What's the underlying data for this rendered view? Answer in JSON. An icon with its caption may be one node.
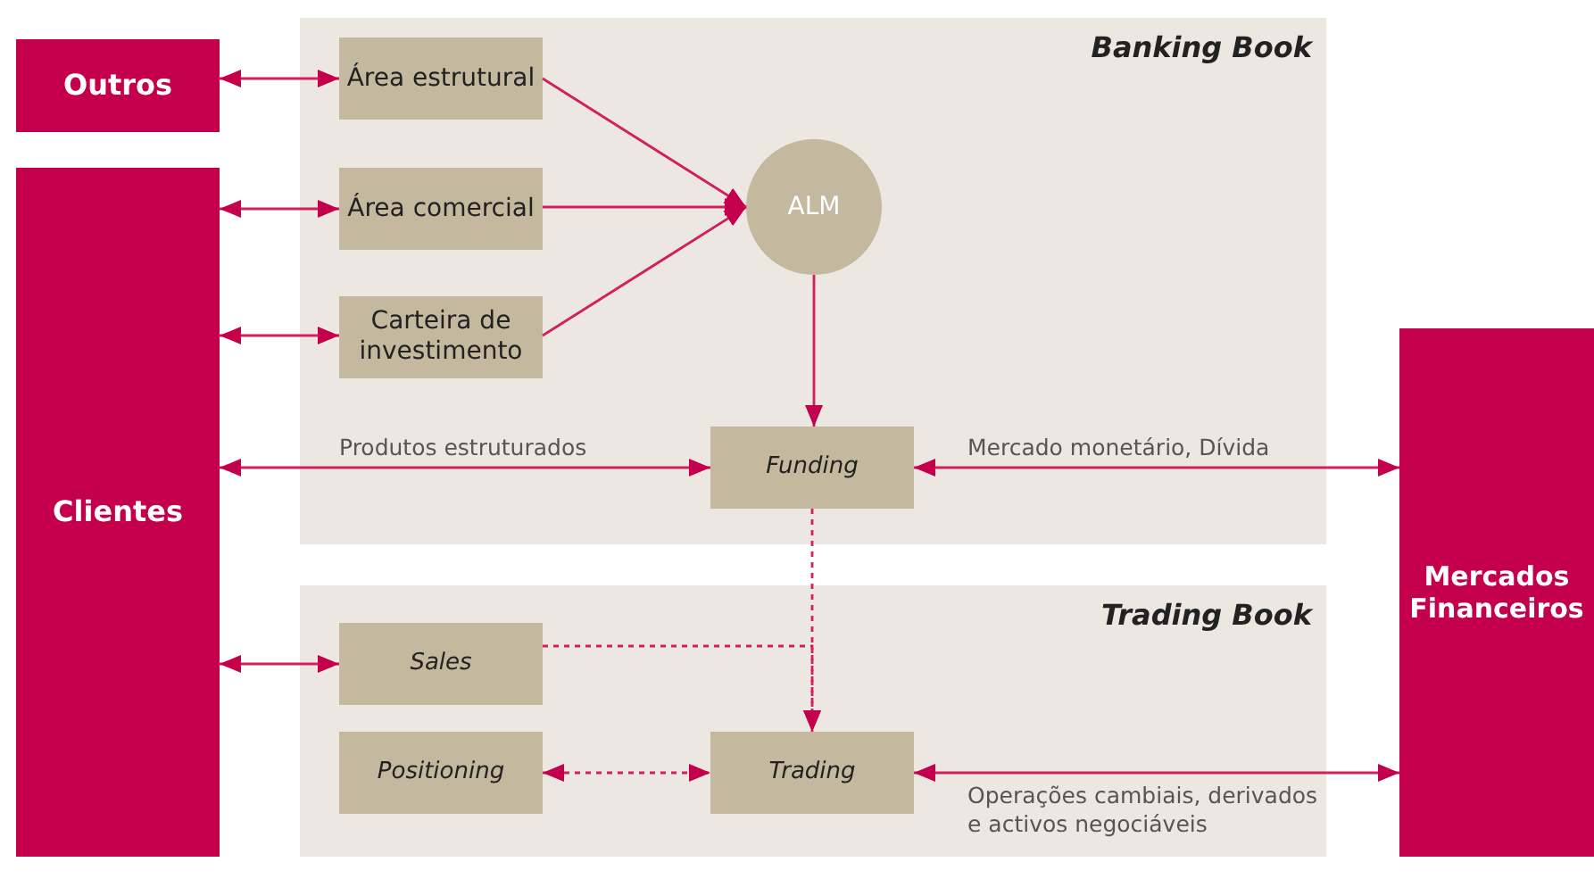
{
  "diagram": {
    "nodes": [
      {
        "text": [
          "Outros"
        ]
      },
      {
        "text": [
          "Clientes"
        ]
      },
      {
        "text": [
          "Banking Book"
        ]
      },
      {
        "text": [
          "Área estrutural"
        ],
        "in": 2
      },
      {
        "text": [
          "Área comercial"
        ],
        "in": 2
      },
      {
        "text": [
          "Carteira de investimento"
        ],
        "in": 2
      },
      {
        "text": [
          "ALM"
        ],
        "in": 2
      },
      {
        "text": [
          "Funding"
        ],
        "in": 2
      },
      {
        "text": [
          "Trading Book"
        ]
      },
      {
        "text": [
          "Sales"
        ],
        "in": 8
      },
      {
        "text": [
          "Positioning"
        ],
        "in": 8
      },
      {
        "text": [
          "Trading"
        ],
        "in": 8
      },
      {
        "text": [
          "Mercados Financeiros"
        ]
      }
    ],
    "edges": [
      {
        "from": 0,
        "to": 3,
        "arrow": "both"
      },
      {
        "from": 1,
        "to": 4,
        "arrow": "both"
      },
      {
        "from": 1,
        "to": 5,
        "arrow": "both"
      },
      {
        "from": 1,
        "to": 7,
        "arrow": "both",
        "label": "Produtos estruturados"
      },
      {
        "from": 1,
        "to": 9,
        "arrow": "both"
      },
      {
        "from": 3,
        "to": 6,
        "arrow": "to"
      },
      {
        "from": 4,
        "to": 6,
        "arrow": "to"
      },
      {
        "from": 5,
        "to": 6,
        "arrow": "to"
      },
      {
        "from": 6,
        "to": 7,
        "arrow": "to"
      },
      {
        "from": 7,
        "to": 12,
        "arrow": "both",
        "label": "Mercado monetário, Dívida"
      },
      {
        "from": 7,
        "to": 11,
        "arrow": "to",
        "style": "dashed"
      },
      {
        "from": 9,
        "to": 11,
        "arrow": "to",
        "style": "dashed"
      },
      {
        "from": 10,
        "to": 11,
        "arrow": "both",
        "style": "dashed"
      },
      {
        "from": 11,
        "to": 12,
        "arrow": "both",
        "label": "Operações cambiais, derivados e activos negociáveis"
      }
    ]
  }
}
